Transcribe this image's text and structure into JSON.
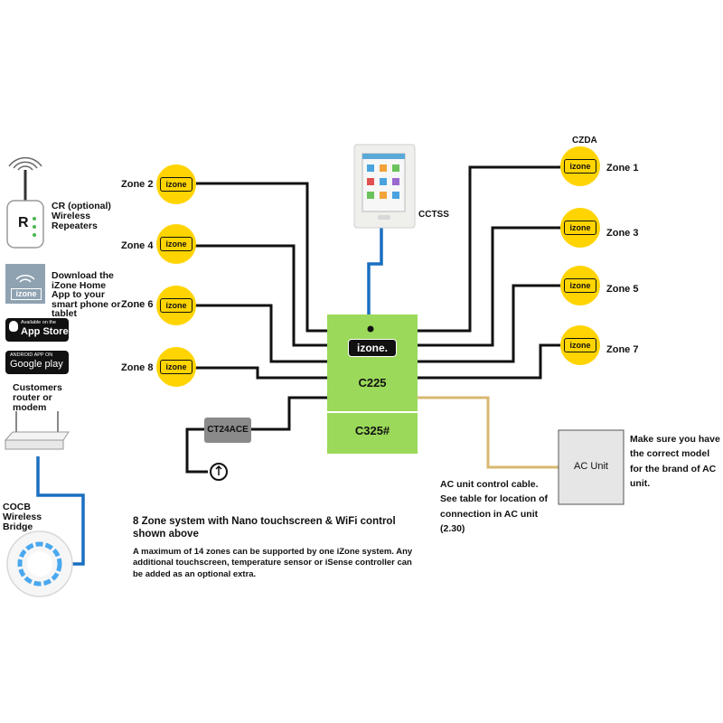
{
  "brand": {
    "logo_text": "izone.",
    "zone_sensor_logo": "izone",
    "colors": {
      "zone_circle": "#ffd400",
      "controller_green": "#9bd95a",
      "wire_black": "#111111",
      "wire_blue": "#1a6fc0",
      "wire_tan": "#d8b870",
      "ac_unit_gray": "#e6e6e6"
    }
  },
  "zones_left": [
    {
      "label": "Zone 2"
    },
    {
      "label": "Zone 4"
    },
    {
      "label": "Zone 6"
    },
    {
      "label": "Zone 8"
    }
  ],
  "zones_right": [
    {
      "label": "Zone 1"
    },
    {
      "label": "Zone 3"
    },
    {
      "label": "Zone 5"
    },
    {
      "label": "Zone 7"
    }
  ],
  "czda_label": "CZDA",
  "touchscreen_label": "CCTSS",
  "controller": {
    "logo": "izone.",
    "main_label": "C225",
    "sub_label": "C325#"
  },
  "ct_label": "CT24ACE",
  "ac_unit_label": "AC Unit",
  "ac_note": "Make sure you have the correct model for the brand of AC unit.",
  "ac_cable_note": "AC unit control cable. See table for location of connection in AC unit (2.30)",
  "sidebar": {
    "repeater_letter": "R",
    "repeater_text": "CR (optional) Wireless Repeaters",
    "app_tile_text": "izone",
    "download_text": "Download the iZone Home App to your smart phone or tablet",
    "appstore_small": "Available on the",
    "appstore_big": "App Store",
    "googleplay_small": "ANDROID APP ON",
    "googleplay_big": "Google play",
    "router_text": "Customers router or modem",
    "bridge_text": "COCB Wireless Bridge"
  },
  "caption": {
    "title": "8 Zone system with Nano touchscreen & WiFi control shown above",
    "body": "A maximum of 14 zones can be supported by one iZone system. Any additional touchscreen, temperature sensor or iSense controller can be added as an optional extra."
  }
}
